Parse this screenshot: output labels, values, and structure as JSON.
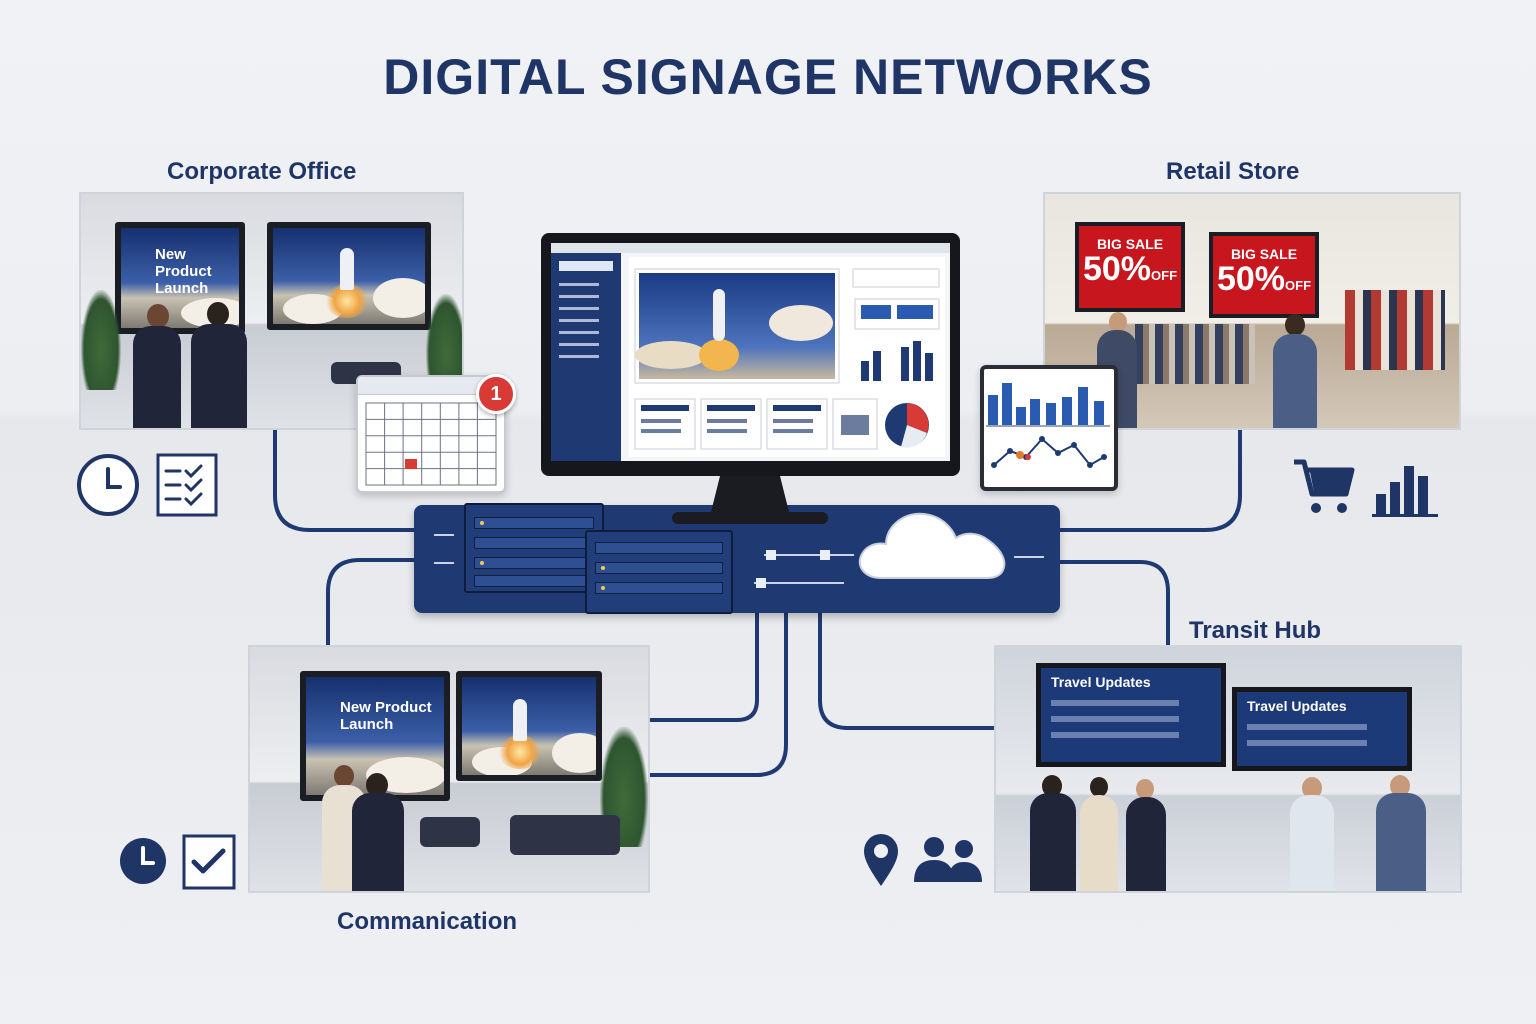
{
  "title": "DIGITAL SIGNAGE NETWORKS",
  "sections": {
    "corporate": {
      "label": "Corporate Office",
      "screen_text": "New Product Launch"
    },
    "retail": {
      "label": "Retail Store",
      "sale_line1": "BIG SALE",
      "sale_line2": "50%",
      "sale_line3": "OFF"
    },
    "transit": {
      "label": "Transit Hub",
      "board_title": "Travel Updates"
    },
    "communication": {
      "label": "Commanication",
      "screen_text": "New Product Launch"
    }
  },
  "calendar_badge": "1",
  "icons": {
    "corporate": [
      "clock-icon",
      "checklist-icon"
    ],
    "retail": [
      "shopping-cart-icon",
      "bar-chart-icon"
    ],
    "communication": [
      "clock-icon",
      "checkbox-icon"
    ],
    "transit": [
      "location-pin-icon",
      "people-icon"
    ]
  },
  "colors": {
    "navy": "#1f3566",
    "accent_red": "#c7161d",
    "badge_red": "#d83a36",
    "plate": "#1f3a73"
  }
}
